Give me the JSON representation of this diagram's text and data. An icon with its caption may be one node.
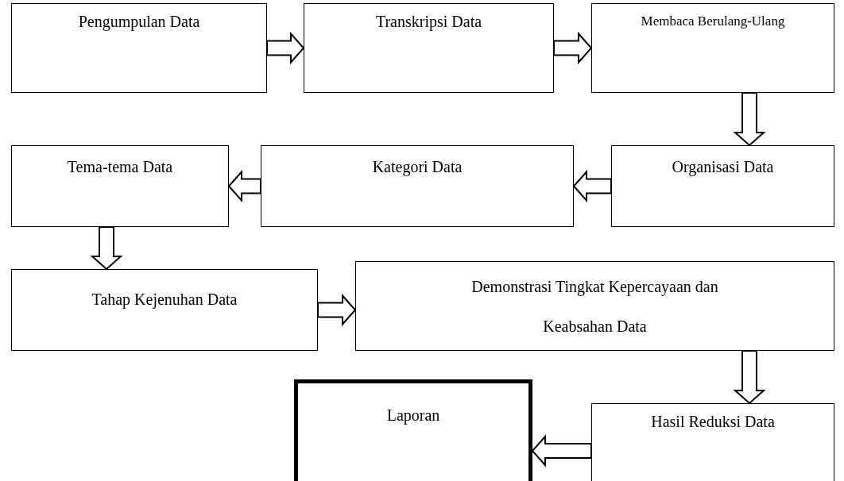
{
  "diagram": {
    "nodes": [
      {
        "text": [
          "Pengumpulan Data"
        ]
      },
      {
        "text": [
          "Transkripsi Data"
        ]
      },
      {
        "text": [
          "Membaca Berulang-Ulang"
        ]
      },
      {
        "text": [
          "Organisasi Data"
        ]
      },
      {
        "text": [
          "Kategori Data"
        ]
      },
      {
        "text": [
          "Tema-tema Data"
        ]
      },
      {
        "text": [
          "Tahap Kejenuhan Data"
        ]
      },
      {
        "text": [
          "Demonstrasi Tingkat Kepercayaan dan Keabsahan Data"
        ]
      },
      {
        "text": [
          "Hasil Reduksi Data"
        ]
      },
      {
        "text": [
          "Laporan"
        ]
      }
    ],
    "edges": [
      {
        "from": 0,
        "to": 1,
        "arrow": "to"
      },
      {
        "from": 1,
        "to": 2,
        "arrow": "to"
      },
      {
        "from": 2,
        "to": 3,
        "arrow": "to"
      },
      {
        "from": 3,
        "to": 4,
        "arrow": "to"
      },
      {
        "from": 4,
        "to": 5,
        "arrow": "to"
      },
      {
        "from": 5,
        "to": 6,
        "arrow": "to"
      },
      {
        "from": 6,
        "to": 7,
        "arrow": "to"
      },
      {
        "from": 7,
        "to": 8,
        "arrow": "to"
      },
      {
        "from": 8,
        "to": 9,
        "arrow": "to"
      }
    ]
  }
}
